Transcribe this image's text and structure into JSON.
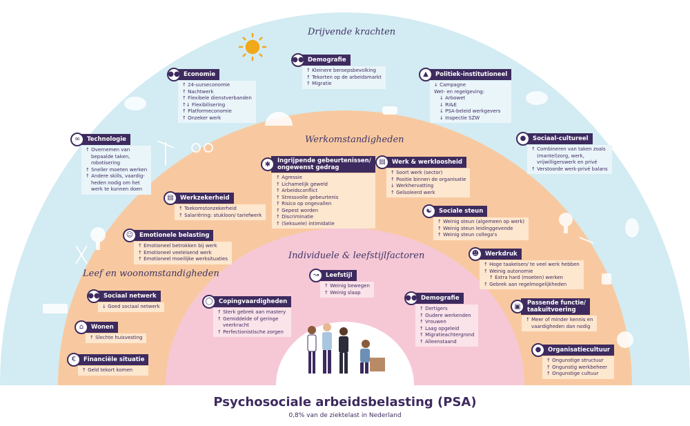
{
  "layers": {
    "outer": "Drijvende krachten",
    "middle": "Werkomstandigheden",
    "living": "Leef en woonomstandigheden",
    "inner": "Individuele & leefstijlfactoren"
  },
  "colors": {
    "outer": "#d3ebf2",
    "middle": "#f8c9a0",
    "inner": "#f6c8d6",
    "core": "#ffffff",
    "label": "#3d2a5e"
  },
  "cards": {
    "demografie_top": {
      "title": "Demografie",
      "icon": "people-icon",
      "items": [
        "Kleinere beroepsbevolking",
        "Tekorten op de arbeidsmarkt",
        "Migratie"
      ]
    },
    "economie": {
      "title": "Economie",
      "icon": "people-icon",
      "items": [
        "24-uurseconomie",
        "Nachtwerk",
        "Flexibele dienstverbanden",
        "Flexibilisering",
        "Platformeconomie",
        "Onzeker werk"
      ]
    },
    "politiek": {
      "title": "Politiek-institutioneel",
      "icon": "building-icon",
      "items": [
        "Campagne",
        "Wet- en regelgeving:",
        "Arbowet",
        "RI&E",
        "PSA-beleid werkgevers",
        "Inspectie SZW"
      ]
    },
    "technologie": {
      "title": "Technologie",
      "icon": "tech-icon",
      "items": [
        "Overnemen van",
        "bepaalde taken,",
        "robotisering",
        "Sneller moeten werken",
        "Andere skills, vaardig-",
        "heden nodig om het",
        "werk te kunnen doen"
      ]
    },
    "sociaal_cultureel": {
      "title": "Sociaal-cultureel",
      "icon": "people-icon",
      "items": [
        "Combineren van taken zoals",
        "(mantel)zorg, werk,",
        "vrijwilligerswerk en privé",
        "Verstoorde werk-privé balans"
      ]
    },
    "ingrijpende": {
      "title": "Ingrijpende gebeurtenissen/",
      "title2": "ongewenst gedrag",
      "icon": "event-icon",
      "items": [
        "Agressie",
        "Lichamelijk geweld",
        "Arbeidsconflict",
        "Stressvolle gebeurtenis",
        "Risico op ongevallen",
        "Gepest worden",
        "Discriminatie",
        "(Seksuele) intimidatie"
      ]
    },
    "werk_werkloosheid": {
      "title": "Werk & werkloosheid",
      "icon": "document-icon",
      "items": [
        "Soort werk (sector)",
        "Positie binnen de organisatie",
        "Werkhervatting",
        "Geïsoleerd werk"
      ]
    },
    "werkzekerheid": {
      "title": "Werkzekerheid",
      "icon": "document-icon",
      "items": [
        "Toekomstonzekerheid",
        "Salariëring: stukloon/ tariefwerk"
      ]
    },
    "sociale_steun": {
      "title": "Sociale steun",
      "icon": "handshake-icon",
      "items": [
        "Weinig steun (algemeen op werk)",
        "Weinig steun leidinggevende",
        "Weinig steun collega's"
      ]
    },
    "emotionele": {
      "title": "Emotionele belasting",
      "icon": "person-icon",
      "items": [
        "Emotioneel betrokken bij werk",
        "Emotioneel veeleisend werk",
        "Emotioneel moeilijke werksituaties"
      ]
    },
    "werkdruk": {
      "title": "Werkdruk",
      "icon": "worker-icon",
      "items": [
        "Hoge taakeisen/ te veel werk hebben",
        "Weinig autonomie",
        "Extra hard (moeten) werken",
        "Gebrek aan regelmogelijkheden"
      ]
    },
    "passende": {
      "title": "Passende functie/",
      "title2": "taakuitvoering",
      "icon": "screen-icon",
      "items": [
        "Meer of minder kennis en",
        "vaardigheden dan nodig"
      ]
    },
    "organisatie": {
      "title": "Organisatiecultuur",
      "icon": "people-icon",
      "items": [
        "Ongunstige structuur",
        "Ongunstig werkbeheer",
        "Ongunstige cultuur"
      ]
    },
    "sociaal_netwerk": {
      "title": "Sociaal netwerk",
      "icon": "people-icon",
      "items": [
        "Goed sociaal netwerk"
      ]
    },
    "wonen": {
      "title": "Wonen",
      "icon": "house-icon",
      "items": [
        "Slechte huisvesting"
      ]
    },
    "financiele": {
      "title": "Financiële situatie",
      "icon": "money-icon",
      "items": [
        "Geld tekort komen"
      ]
    },
    "leefstijl": {
      "title": "Leefstijl",
      "icon": "runner-icon",
      "items": [
        "Weinig bewegen",
        "Weinig slaap"
      ]
    },
    "coping": {
      "title": "Copingvaardigheden",
      "icon": "strength-icon",
      "items": [
        "Sterk gebrek aan mastery",
        "Gemiddelde of geringe",
        "veerkracht",
        "Perfectionistische zorgen"
      ]
    },
    "demografie_inner": {
      "title": "Demografie",
      "icon": "people-icon",
      "items": [
        "Dertigers",
        "Oudere werkenden",
        "Vrouwen",
        "Laag opgeleid",
        "Migratieachtergrond",
        "Alleenstaand"
      ]
    }
  },
  "footer": {
    "title": "Psychosociale arbeidsbelasting (PSA)",
    "subtitle": "0,8% van de ziektelast in Nederland"
  }
}
